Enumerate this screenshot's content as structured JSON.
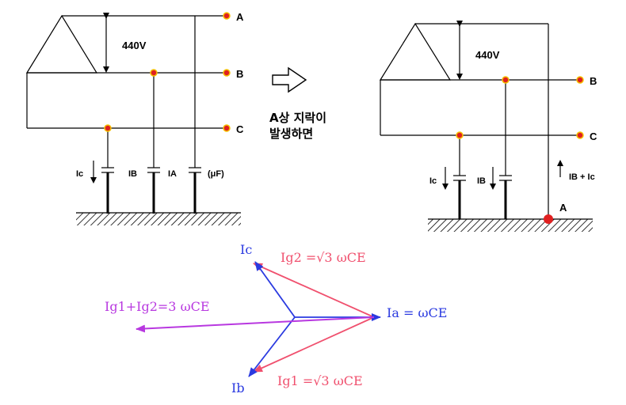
{
  "left_circuit": {
    "voltage": "440V",
    "terminals": [
      "A",
      "B",
      "C"
    ],
    "currents": [
      "Ic",
      "IB",
      "IA"
    ],
    "capacitance_unit": "(μF)"
  },
  "transition": {
    "line1": "A상 지락이",
    "line2": "발생하면"
  },
  "right_circuit": {
    "voltage": "440V",
    "terminals": [
      "B",
      "C"
    ],
    "currents": [
      "Ic",
      "IB"
    ],
    "return_current": "IB + Ic",
    "fault_label": "A"
  },
  "phasor": {
    "ic": "Ic",
    "ib": "Ib",
    "ia": "Ia = ωCE",
    "ig2": "Ig2 =√3 ωCE",
    "ig1": "Ig1 =√3 ωCE",
    "sum": "Ig1+Ig2=3 ωCE"
  },
  "colors": {
    "red": "#f0506e",
    "blue": "#2a3ae0",
    "purple": "#b838e0",
    "dot": "#e02020",
    "dot_fill": "#f5c000"
  }
}
